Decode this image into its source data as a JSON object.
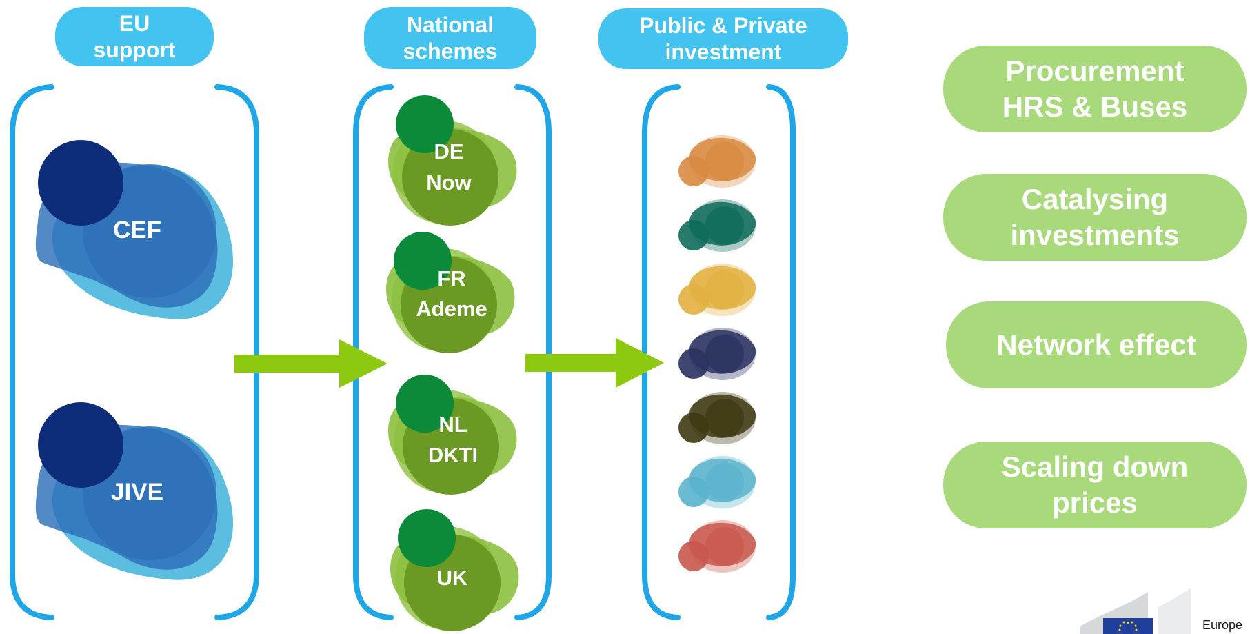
{
  "headers": {
    "eu_support": [
      "EU",
      "support"
    ],
    "national_schemes": [
      "National",
      "schemes"
    ],
    "investment": [
      "Public & Private",
      "investment"
    ]
  },
  "eu_programs": [
    "CEF",
    "JIVE"
  ],
  "national_programs": [
    [
      "DE",
      "Now"
    ],
    [
      "FR",
      "Ademe"
    ],
    [
      "NL",
      "DKTI"
    ],
    [
      "UK"
    ]
  ],
  "investment_blob_colors": [
    "#d88a3f",
    "#0e6b5a",
    "#e2b040",
    "#2a3260",
    "#3e3a12",
    "#5ab4cc",
    "#c9584e"
  ],
  "outcomes": [
    [
      "Procurement",
      "HRS & Buses"
    ],
    [
      "Catalysing",
      "investments"
    ],
    [
      "Network effect"
    ],
    [
      "Scaling down",
      "prices"
    ]
  ],
  "logo": {
    "text": "Europe"
  },
  "colors": {
    "header_fill": "#42c3f0",
    "bracket": "#1ea6e8",
    "arrow": "#8cc90f",
    "outcome_fill": "#a8d97a",
    "eu_light": "#5bbde0",
    "eu_mid": "#2d6fb8",
    "eu_dark": "#0d2d7a",
    "nat_light": "#8dc040",
    "nat_mid": "#6a9a24",
    "nat_dark": "#0b8a3a"
  }
}
